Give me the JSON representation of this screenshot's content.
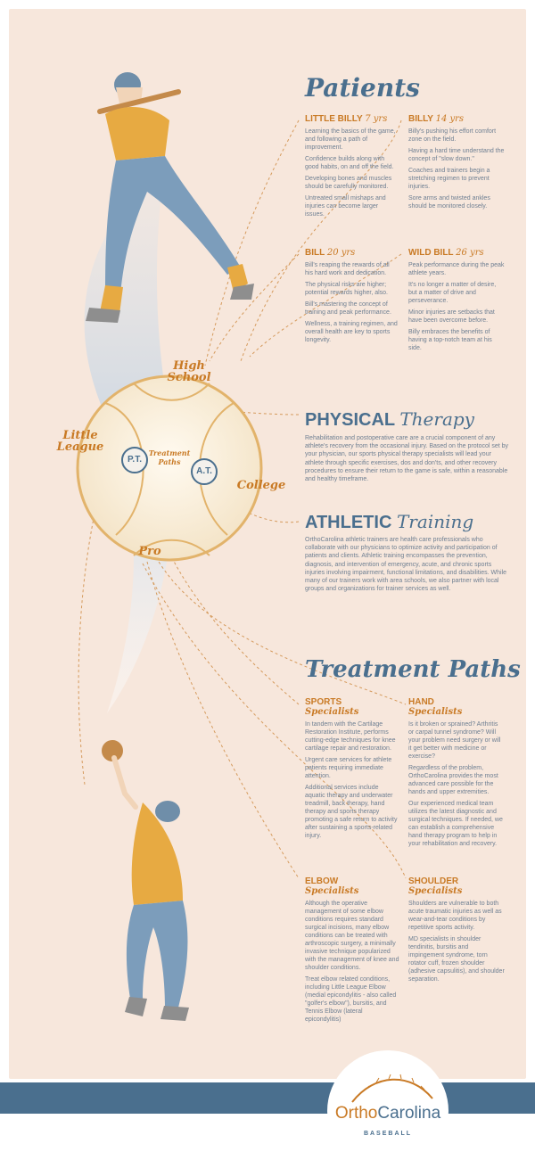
{
  "headings": {
    "patients": "Patients",
    "treatment_paths": "Treatment Paths"
  },
  "patients": [
    {
      "name": "LITTLE BILLY",
      "age": "7 yrs",
      "paragraphs": [
        "Learning the basics of the game, and following a path of improvement.",
        "Confidence builds along with good habits, on and off the field.",
        "Developing bones and muscles should be carefully monitored.",
        "Untreated small mishaps and injuries can become larger issues."
      ]
    },
    {
      "name": "BILLY",
      "age": "14 yrs",
      "paragraphs": [
        "Billy's pushing his effort comfort zone on the field.",
        "Having a hard time understand the concept of \"slow down.\"",
        "Coaches and trainers begin a stretching regimen to prevent injuries.",
        "Sore arms and twisted ankles should be monitored closely."
      ]
    },
    {
      "name": "BILL",
      "age": "20 yrs",
      "paragraphs": [
        "Bill's reaping the rewards of all his hard work and dedication.",
        "The physical risks are higher; potential rewards higher, also.",
        "Bill's mastering the concept of training and peak performance.",
        "Wellness, a training regimen, and overall health are key to sports longevity."
      ]
    },
    {
      "name": "WILD BILL",
      "age": "26 yrs",
      "paragraphs": [
        "Peak performance during the peak athlete years.",
        "It's no longer a matter of desire, but a matter of drive and perseverance.",
        "Minor injuries are setbacks that have been overcome before.",
        "Billy embraces the benefits of having a top-notch team at his side."
      ]
    }
  ],
  "physical_therapy": {
    "bold": "PHYSICAL",
    "script": "Therapy",
    "text": "Rehabilitation and postoperative care are a crucial component of any athlete's recovery from the occasional injury. Based on the protocol set by your physician, our sports physical therapy specialists will lead your athlete through specific exercises, dos and don'ts, and other recovery procedures to ensure their return to the game is safe, within a reasonable and healthy timeframe."
  },
  "athletic_training": {
    "bold": "ATHLETIC",
    "script": "Training",
    "text": "OrthoCarolina athletic trainers are health care professionals who collaborate with our physicians to optimize activity and participation of patients and clients. Athletic training encompasses the prevention, diagnosis, and intervention of emergency, acute, and chronic sports injuries involving impairment, functional limitations, and disabilities. While many of our trainers work with area schools, we also partner with local groups and organizations for trainer services as well."
  },
  "ball": {
    "high_school": "High School",
    "little_league": "Little League",
    "college": "College",
    "pro": "Pro",
    "treatment_paths": "Treatment Paths",
    "pt": "P.T.",
    "at": "A.T."
  },
  "specialists": [
    {
      "name": "SPORTS",
      "sub": "Specialists",
      "paragraphs": [
        "In tandem with the Cartilage Restoration Institute, performs cutting-edge techniques for knee cartilage repair and restoration.",
        "Urgent care services for athlete patients requiring immediate attention.",
        "Additional services include aquatic therapy and underwater treadmill, back therapy, hand therapy and sports therapy promoting a safe return to activity after sustaining a sports-related injury."
      ]
    },
    {
      "name": "HAND",
      "sub": "Specialists",
      "paragraphs": [
        "Is it broken or sprained? Arthritis or carpal tunnel syndrome? Will your problem need surgery or will it get better with medicine or exercise?",
        "Regardless of the problem, OrthoCarolina provides the most advanced care possible for the hands and upper extremities.",
        "Our experienced medical team utilizes the latest diagnostic and surgical techniques. If needed, we can establish a comprehensive hand therapy program to help in your rehabilitation and recovery."
      ]
    },
    {
      "name": "ELBOW",
      "sub": "Specialists",
      "paragraphs": [
        "Although the operative management of some elbow conditions requires standard surgical incisions, many elbow conditions can be treated with arthroscopic surgery, a minimally invasive technique popularized with the management of knee and shoulder conditions.",
        "Treat elbow related conditions, including Little League Elbow (medial epicondylitis - also called \"golfer's elbow\"), bursitis, and Tennis Elbow (lateral epicondylitis)"
      ]
    },
    {
      "name": "SHOULDER",
      "sub": "Specialists",
      "paragraphs": [
        "Shoulders are vulnerable to both acute traumatic injuries as well as wear-and-tear conditions by repetitive sports activity.",
        "MD specialists in shoulder tendinitis, bursitis and impingement syndrome, torn rotator cuff, frozen shoulder (adhesive capsulitis), and shoulder separation."
      ]
    }
  ],
  "logo": {
    "ortho": "Ortho",
    "carolina": "Carolina",
    "sub": "BASEBALL"
  },
  "colors": {
    "panel": "#f7e7dc",
    "blue": "#4a6f8e",
    "orange": "#c97a25",
    "text": "#6e7f92"
  }
}
